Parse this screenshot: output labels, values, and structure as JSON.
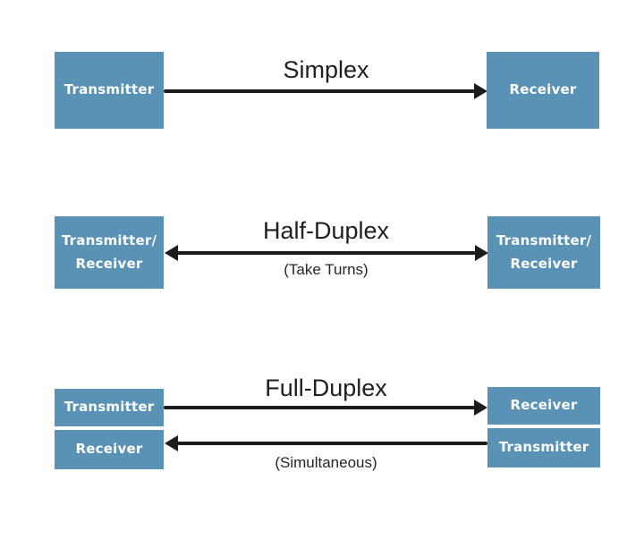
{
  "theme": {
    "background": "#ffffff",
    "box_fill": "#5a92b6",
    "box_text": "#fdfdfd",
    "arrow_color": "#1c1c1c",
    "title_color": "#202020",
    "subtitle_color": "#262626"
  },
  "diagram": {
    "simplex": {
      "title": "Simplex",
      "left_box": "Transmitter",
      "right_box": "Receiver",
      "arrow_direction": "right"
    },
    "half_duplex": {
      "title": "Half-Duplex",
      "subtitle": "(Take Turns)",
      "left_box_line1": "Transmitter/",
      "left_box_line2": "Receiver",
      "right_box_line1": "Transmitter/",
      "right_box_line2": "Receiver",
      "arrow_direction": "both"
    },
    "full_duplex": {
      "title": "Full-Duplex",
      "subtitle": "(Simultaneous)",
      "left_top_box": "Transmitter",
      "left_bottom_box": "Receiver",
      "right_top_box": "Receiver",
      "right_bottom_box": "Transmitter",
      "top_arrow_direction": "right",
      "bottom_arrow_direction": "left"
    }
  }
}
